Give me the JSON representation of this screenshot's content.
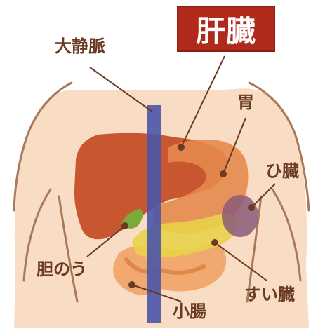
{
  "title": "肝臓",
  "labels": {
    "vena_cava": "大静脈",
    "stomach": "胃",
    "spleen": "ひ臓",
    "gallbladder": "胆のう",
    "pancreas": "すい臓",
    "small_intestine": "小腸"
  },
  "colors": {
    "title_bg": "#b02a1c",
    "skin": "#f8dcc4",
    "liver": "#c8562f",
    "stomach": "#e48a4c",
    "spleen": "#8a5c78",
    "pancreas": "#e8d24a",
    "intestine": "#f0a060",
    "gallbladder": "#7caa3a",
    "vein": "#4a55a8",
    "label_text": "#6b3a22"
  }
}
